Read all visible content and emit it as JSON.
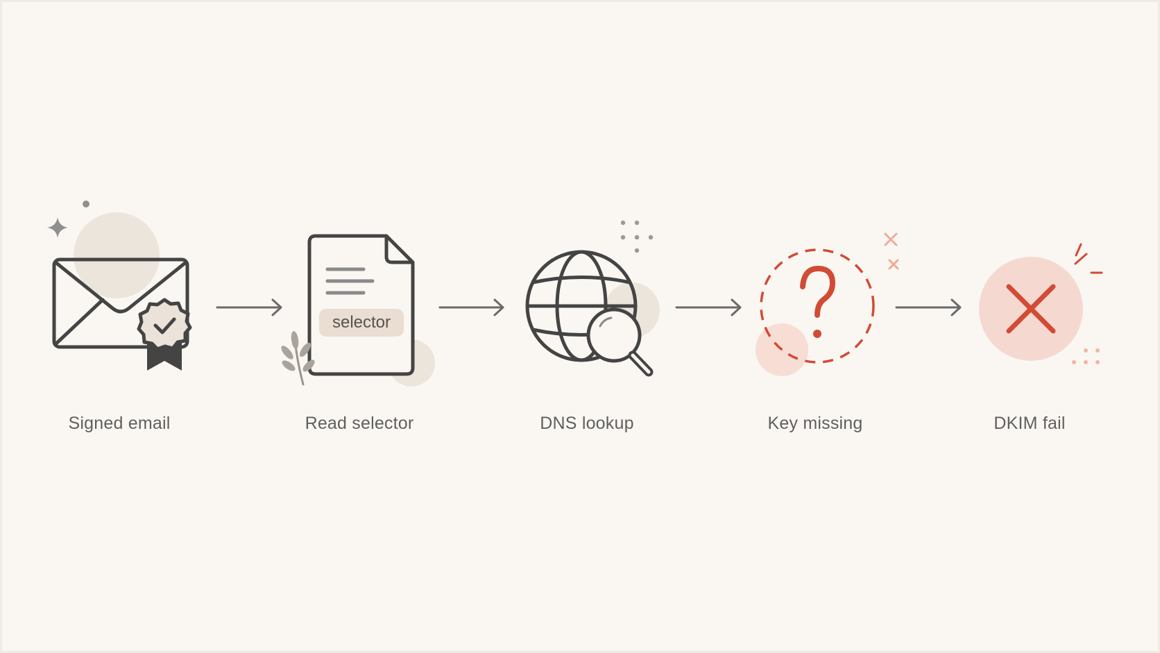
{
  "steps": [
    {
      "label": "Signed email",
      "icon": "envelope-with-seal-icon"
    },
    {
      "label": "Read selector",
      "icon": "document-icon",
      "chip": "selector"
    },
    {
      "label": "DNS lookup",
      "icon": "globe-search-icon"
    },
    {
      "label": "Key missing",
      "icon": "question-mark-icon"
    },
    {
      "label": "DKIM fail",
      "icon": "x-fail-icon"
    }
  ],
  "colors": {
    "background": "#faf7f2",
    "stroke": "#444444",
    "accent": "#d24b35",
    "accent_soft": "#f5d9d0",
    "beige": "#eae2d8"
  }
}
